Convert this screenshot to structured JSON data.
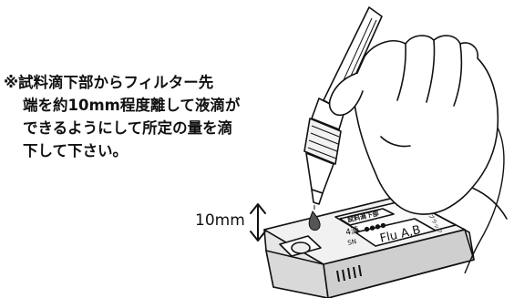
{
  "note": {
    "lines": [
      "※試料滴下部からフィルター先",
      "端を約10mm程度離して液滴が",
      "できるようにして所定の量を滴",
      "下して下さい。"
    ]
  },
  "distance_label": "10mm",
  "device": {
    "label_header": "試料滴下部",
    "drop_count": "4滴",
    "drop_marks": "●●●●",
    "sn_label": "SN",
    "brand": "Flu A,B",
    "side_label": "ブラック"
  },
  "icons": [
    "gloved-hand-icon",
    "dropper-tube-icon",
    "test-cassette-icon",
    "up-down-arrow-icon",
    "droplet-icon"
  ]
}
